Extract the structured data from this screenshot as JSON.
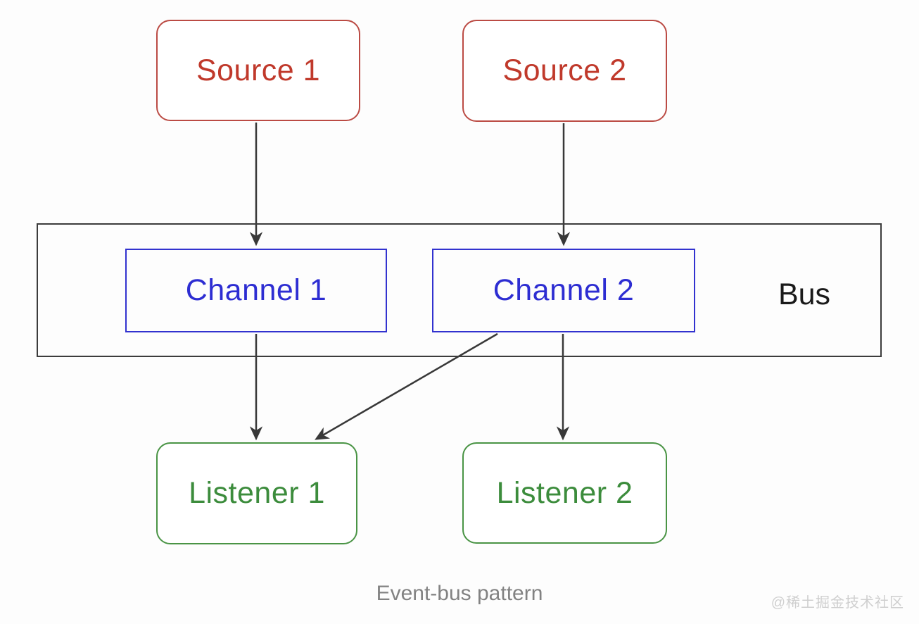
{
  "diagram": {
    "title": "Event-bus pattern",
    "caption": "Event-bus pattern",
    "watermark": "@稀土掘金技术社区",
    "nodes": {
      "source1": {
        "label": "Source 1",
        "type": "source"
      },
      "source2": {
        "label": "Source 2",
        "type": "source"
      },
      "channel1": {
        "label": "Channel 1",
        "type": "channel"
      },
      "channel2": {
        "label": "Channel 2",
        "type": "channel"
      },
      "bus": {
        "label": "Bus",
        "type": "container"
      },
      "listener1": {
        "label": "Listener 1",
        "type": "listener"
      },
      "listener2": {
        "label": "Listener 2",
        "type": "listener"
      }
    },
    "edges": [
      {
        "from": "source1",
        "to": "channel1"
      },
      {
        "from": "source2",
        "to": "channel2"
      },
      {
        "from": "channel1",
        "to": "listener1"
      },
      {
        "from": "channel2",
        "to": "listener1"
      },
      {
        "from": "channel2",
        "to": "listener2"
      }
    ],
    "colors": {
      "source_border": "#bb4b44",
      "source_text": "#c0392b",
      "channel_border": "#3232cf",
      "channel_text": "#2d2dd2",
      "listener_border": "#4a9445",
      "listener_text": "#3c8c3c",
      "bus_border": "#3c3c3c",
      "arrow": "#383838",
      "caption_text": "#828282",
      "watermark_text": "#cfcfcf"
    }
  }
}
